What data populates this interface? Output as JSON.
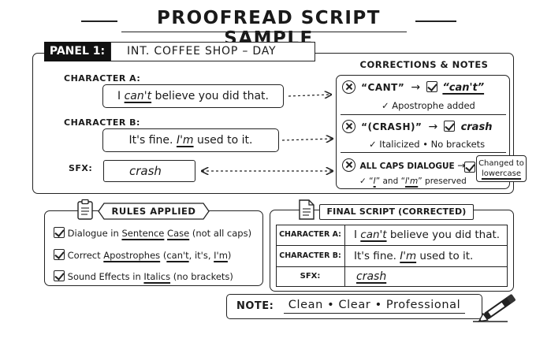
{
  "title": "PROOFREAD SCRIPT SAMPLE",
  "panel": {
    "number": "PANEL 1:",
    "slug": "INT. COFFEE SHOP – DAY"
  },
  "lines": [
    {
      "label": "CHARACTER A:",
      "pre": "I ",
      "em": "can't",
      "post": " believe you did that."
    },
    {
      "label": "CHARACTER B:",
      "pre": "It's fine. ",
      "em": "I'm",
      "post": " used to it."
    },
    {
      "label": "SFX:",
      "em": "crash"
    }
  ],
  "corrections": {
    "title": "CORRECTIONS & NOTES",
    "items": [
      {
        "wrong": "“CANT”",
        "right": "“can't”",
        "note": "Apostrophe added"
      },
      {
        "wrong": "“(CRASH)”",
        "right": "crash",
        "note": "Italicized • No brackets"
      },
      {
        "wrong": "ALL CAPS DIALOGUE",
        "right_line1": "Changed to",
        "right_line2": "lowercase",
        "note_pre": "“",
        "note_i": "I",
        "note_mid": "” and “",
        "note_im": "I'm",
        "note_post": "” preserved"
      }
    ]
  },
  "rules": {
    "title": "RULES APPLIED",
    "items": [
      {
        "pre": "Dialogue in ",
        "u1": "Sentence",
        "mid": " ",
        "u2": "Case",
        "post": " (not all caps)"
      },
      {
        "pre": "Correct ",
        "u1": "Apostrophes",
        "mid": " (",
        "u2": "can't",
        "post": ", it's, ",
        "u3": "I'm",
        "end": ")"
      },
      {
        "pre": "Sound Effects in ",
        "u1": "Italics",
        "post": " (no brackets)"
      }
    ]
  },
  "final": {
    "title": "FINAL SCRIPT (CORRECTED)",
    "rows": [
      {
        "label": "CHARACTER A:",
        "pre": "I ",
        "em": "can't",
        "post": " believe you did that."
      },
      {
        "label": "CHARACTER B:",
        "pre": "It's fine. ",
        "em": "I'm",
        "post": " used to it."
      },
      {
        "label": "SFX:",
        "em": "crash"
      }
    ]
  },
  "note": {
    "label": "NOTE:",
    "text": "Clean • Clear • Professional"
  },
  "icons": [
    "clipboard-icon",
    "document-icon",
    "pen-icon",
    "check-icon",
    "x-circle-icon",
    "arrow-icon"
  ]
}
